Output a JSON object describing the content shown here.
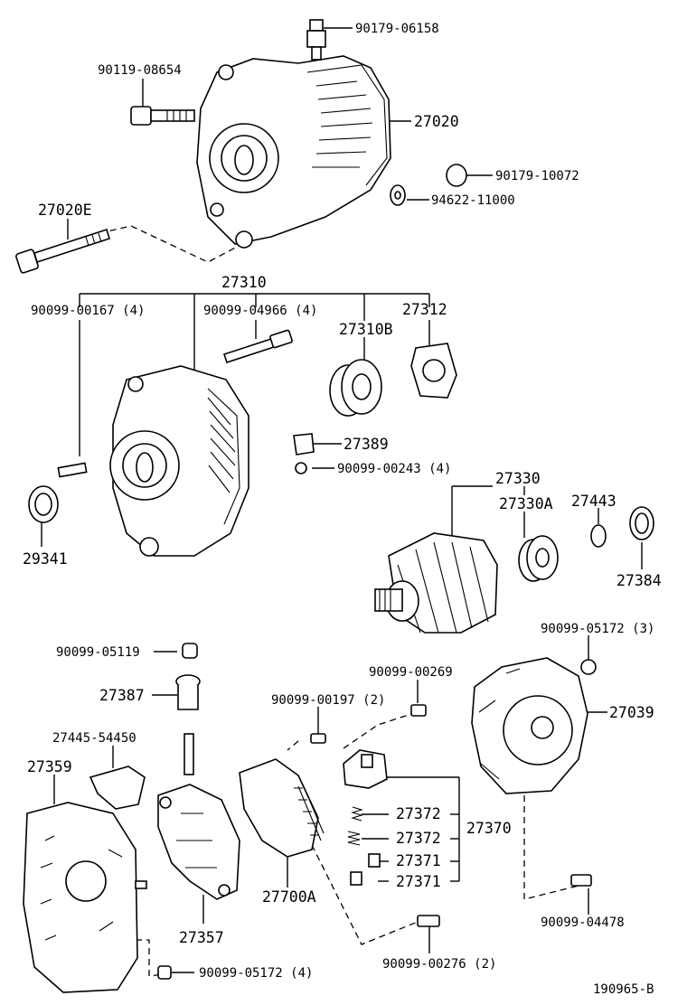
{
  "labels": {
    "p90179_06158": "90179-06158",
    "p90119_08654": "90119-08654",
    "p27020": "27020",
    "p90179_10072": "90179-10072",
    "p94622_11000": "94622-11000",
    "p27020E": "27020E",
    "p27310": "27310",
    "p90099_00167": "90099-00167 (4)",
    "p90099_04966": "90099-04966 (4)",
    "p27310B": "27310B",
    "p27312": "27312",
    "p27389": "27389",
    "p90099_00243": "90099-00243 (4)",
    "p29341": "29341",
    "p27330": "27330",
    "p27330A": "27330A",
    "p27443": "27443",
    "p27384": "27384",
    "p90099_05172_3": "90099-05172 (3)",
    "p90099_05119": "90099-05119",
    "p90099_00269": "90099-00269",
    "p27387": "27387",
    "p90099_00197": "90099-00197 (2)",
    "p27039": "27039",
    "p27445_54450": "27445-54450",
    "p27359": "27359",
    "p27372a": "27372",
    "p27372b": "27372",
    "p27370": "27370",
    "p27371a": "27371",
    "p27371b": "27371",
    "p27700A": "27700A",
    "p27357": "27357",
    "p90099_04478": "90099-04478",
    "p90099_00276": "90099-00276 (2)",
    "p90099_05172_4": "90099-05172 (4)"
  },
  "footer": {
    "drawing_id": "190965-B"
  }
}
